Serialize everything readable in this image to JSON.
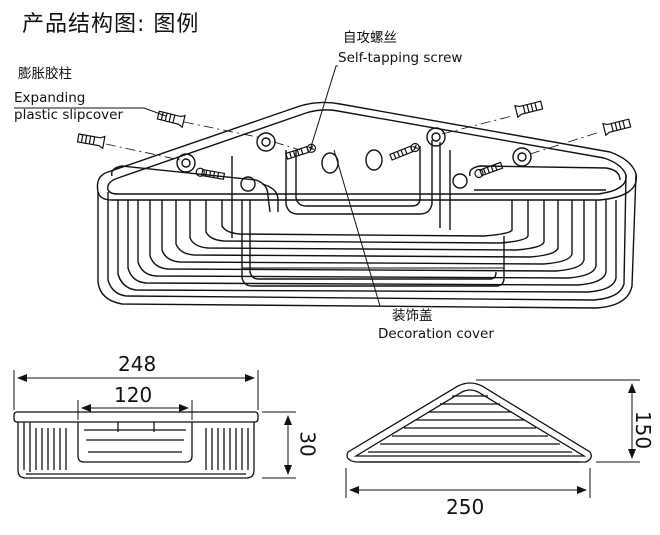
{
  "title": "产品结构图: 图例",
  "callouts": {
    "expanding_cn": "膨胀胶柱",
    "expanding_en_line1": "Expanding",
    "expanding_en_line2": "plastic slipcover",
    "screw_cn": "自攻螺丝",
    "screw_en": "Self-tapping screw",
    "cover_cn": "装饰盖",
    "cover_en": "Decoration cover"
  },
  "dimensions": {
    "front_width": "248",
    "front_inner": "120",
    "front_height": "30",
    "top_width": "250",
    "top_depth": "150"
  }
}
